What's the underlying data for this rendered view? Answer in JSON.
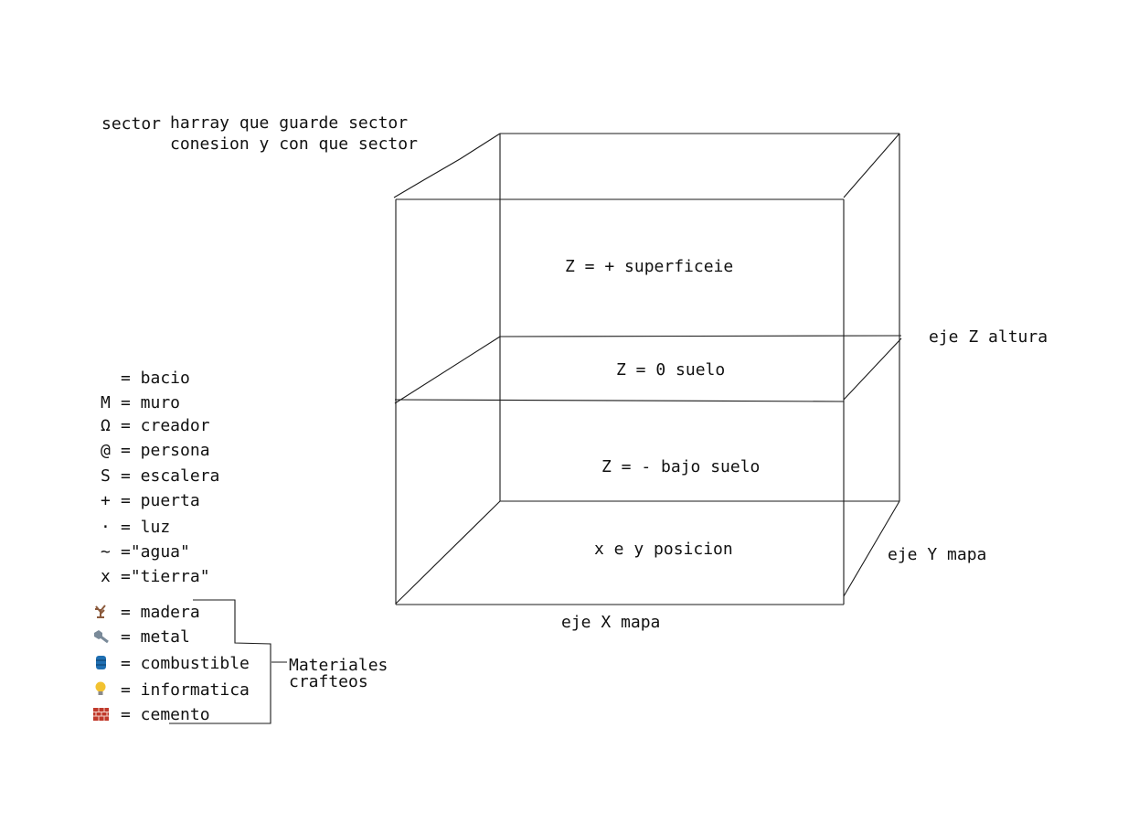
{
  "sector_note": {
    "word": "sector",
    "line1": "harray que guarde sector",
    "line2": "conesion y con que sector"
  },
  "labels": {
    "z_plus": "Z = + superficeie",
    "z_zero": "Z = 0 suelo",
    "z_minus": "Z = - bajo suelo",
    "xy_position": "x e y posicion",
    "axis_z": "eje Z altura",
    "axis_y": "eje Y mapa",
    "axis_x": "eje X mapa"
  },
  "legend": [
    {
      "symbol": "",
      "text": "= bacio"
    },
    {
      "symbol": "M",
      "text": "= muro"
    },
    {
      "symbol": "Ω",
      "text": "= creador"
    },
    {
      "symbol": "@",
      "text": "= persona"
    },
    {
      "symbol": "S",
      "text": "= escalera"
    },
    {
      "symbol": "+",
      "text": "= puerta"
    },
    {
      "symbol": "·",
      "text": "= luz"
    },
    {
      "symbol": "~",
      "text": "=\"agua\""
    },
    {
      "symbol": "x",
      "text": "=\"tierra\""
    }
  ],
  "materials": [
    {
      "icon": "tree-icon",
      "color": "#8b5a3c",
      "text": "= madera"
    },
    {
      "icon": "nut-bolt-icon",
      "color": "#7a8a99",
      "text": "= metal"
    },
    {
      "icon": "oil-drum-icon",
      "color": "#1f6fb2",
      "text": "= combustible"
    },
    {
      "icon": "light-bulb-icon",
      "color": "#f2c230",
      "text": "= informatica"
    },
    {
      "icon": "brick-icon",
      "color": "#c0392b",
      "text": "= cemento"
    }
  ],
  "materials_label": {
    "line1": "Materiales",
    "line2": "crafteos"
  }
}
